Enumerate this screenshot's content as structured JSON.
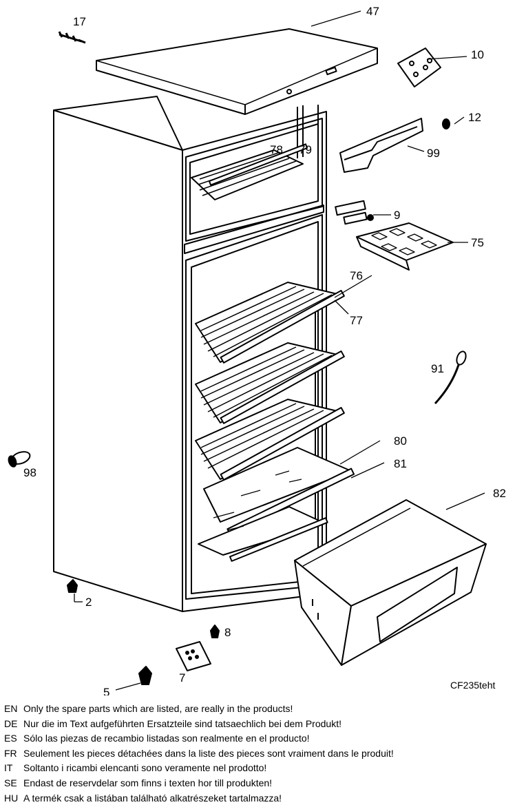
{
  "diagram": {
    "code": "CF235teht",
    "callouts": {
      "p2": "2",
      "p5": "5",
      "p7": "7",
      "p8": "8",
      "p9": "9",
      "p10": "10",
      "p12": "12",
      "p17": "17",
      "p47": "47",
      "p75": "75",
      "p76": "76",
      "p77": "77",
      "p78": "78",
      "p79": "79",
      "p80": "80",
      "p81": "81",
      "p82": "82",
      "p91": "91",
      "p98": "98",
      "p99": "99"
    }
  },
  "notes": [
    {
      "lang": "EN",
      "text": "Only the spare parts which are listed, are really in the products!"
    },
    {
      "lang": "DE",
      "text": "Nur die im Text aufgeführten Ersatzteile sind tatsaechlich bei dem Produkt!"
    },
    {
      "lang": "ES",
      "text": "Sólo las piezas de recambio  listadas son realmente en el producto!"
    },
    {
      "lang": "FR",
      "text": "Seulement les pieces détachées dans la liste des pieces sont vraiment dans le produit!"
    },
    {
      "lang": "IT",
      "text": "Soltanto i ricambi elencanti sono veramente nel prodotto!"
    },
    {
      "lang": "SE",
      "text": "Endast de reservdelar som finns i texten hor till produkten!"
    },
    {
      "lang": "HU",
      "text": "A termék csak a listában található alkatrészeket tartalmazza!"
    }
  ]
}
